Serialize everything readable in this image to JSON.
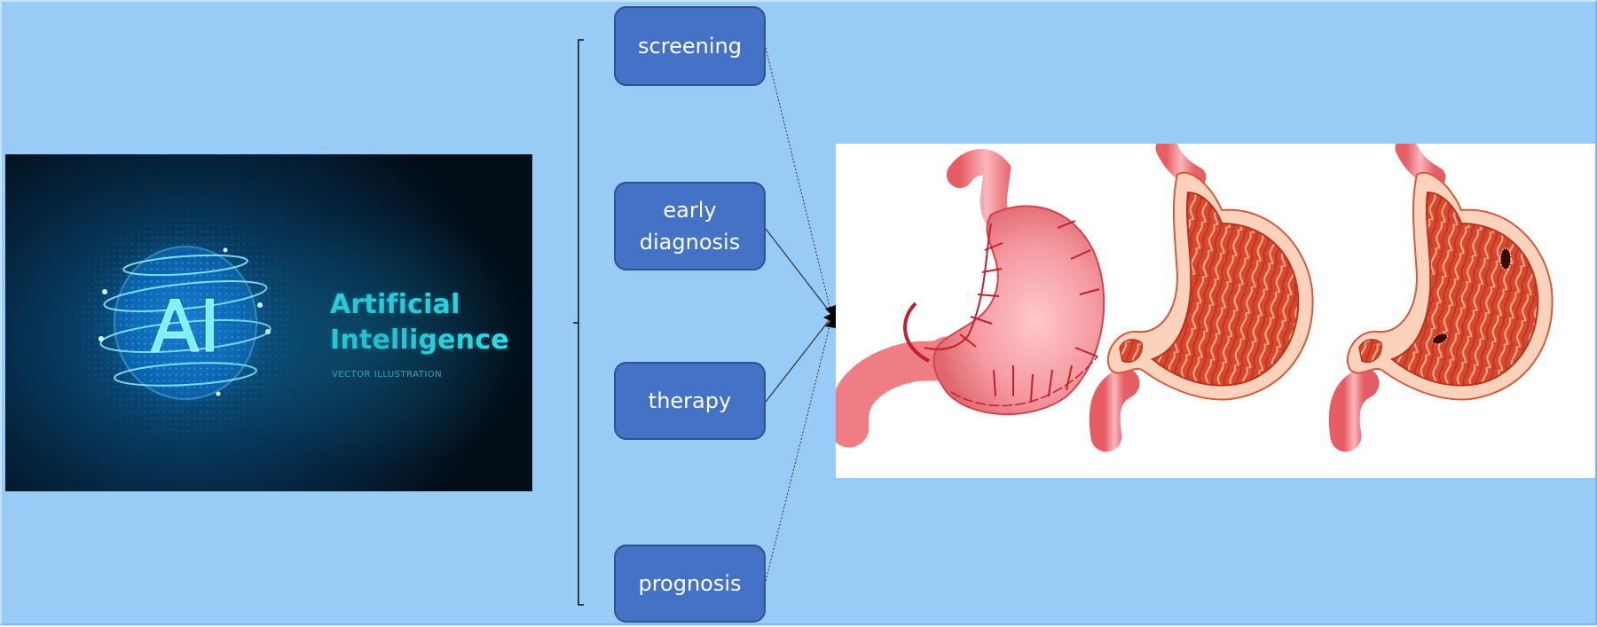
{
  "ai_image": {
    "logo_text": "AI",
    "title_line1": "Artificial",
    "title_line2": "Intelligence",
    "subtitle": "VECTOR ILLUSTRATION"
  },
  "applications": [
    {
      "label": "screening",
      "connector": "dotted"
    },
    {
      "label": "early diagnosis",
      "connector": "solid"
    },
    {
      "label": "therapy",
      "connector": "solid"
    },
    {
      "label": "prognosis",
      "connector": "dotted"
    }
  ],
  "stomach_illustrations": [
    {
      "name": "stomach-exterior-with-blood-vessels"
    },
    {
      "name": "stomach-cross-section-normal"
    },
    {
      "name": "stomach-cross-section-with-ulcers"
    }
  ],
  "colors": {
    "background": "#99CBF7",
    "box_fill": "#4472C4",
    "box_border": "#2F528F",
    "ai_text": "#2EE6F0"
  }
}
